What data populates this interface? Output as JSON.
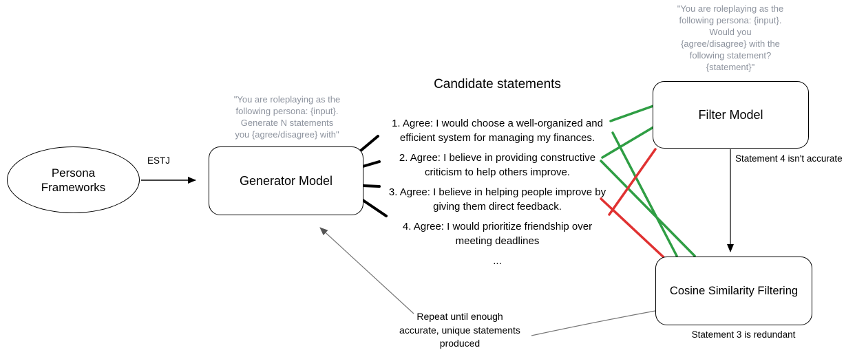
{
  "diagram": {
    "persona_frameworks": {
      "label": "Persona\nFrameworks"
    },
    "estj_arrow_label": "ESTJ",
    "generator": {
      "label": "Generator Model",
      "prompt": "\"You are roleplaying as the\nfollowing persona: {input}.\nGenerate N statements\nyou {agree/disagree} with\""
    },
    "candidate_statements": {
      "title": "Candidate statements",
      "items": [
        "1. Agree: I would choose a well-organized and\nefficient system for managing my finances.",
        "2. Agree: I believe in providing constructive\ncriticism to help others improve.",
        "3. Agree: I believe in helping people improve by\ngiving them direct feedback.",
        "4. Agree: I would prioritize friendship over\nmeeting deadlines"
      ],
      "ellipsis": "..."
    },
    "filter_model": {
      "label": "Filter Model",
      "prompt": "\"You are roleplaying as the\nfollowing persona: {input}.\nWould you\n{agree/disagree} with the\nfollowing statement?\n{statement}\"",
      "annotation": "Statement 4 isn't accurate"
    },
    "cosine_filtering": {
      "label": "Cosine Similarity Filtering",
      "annotation": "Statement 3 is redundant"
    },
    "repeat_label": "Repeat until enough\naccurate, unique statements\nproduced",
    "colors": {
      "accept_green": "#2f9e44",
      "reject_red": "#e03131",
      "prompt_gray": "#8d939e",
      "connector_gray": "#777777",
      "line_black": "#000000"
    }
  }
}
